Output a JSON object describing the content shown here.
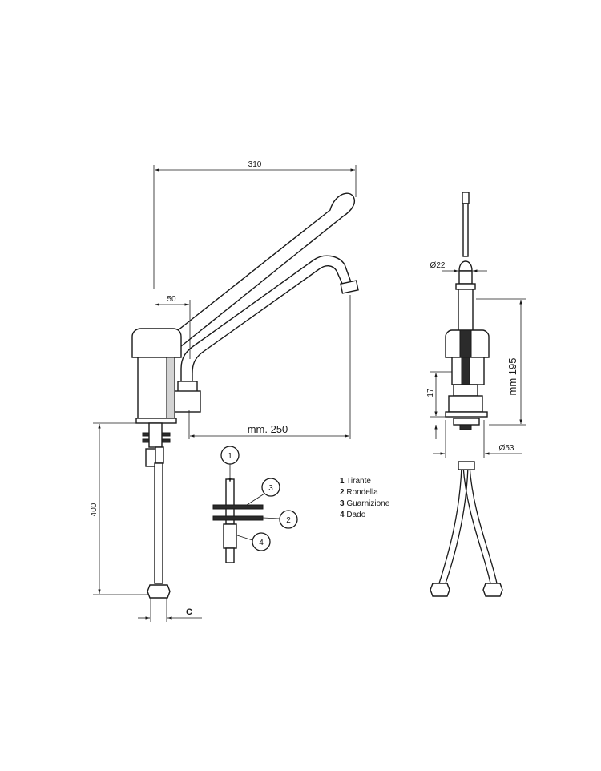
{
  "dimensions": {
    "width_total": "310",
    "offset": "50",
    "spout_reach": "mm. 250",
    "hose_length": "400",
    "connection": "C",
    "spout_diameter": "Ø22",
    "height": "mm 195",
    "body_height": "17",
    "base_diameter": "Ø53"
  },
  "callouts": [
    "1",
    "2",
    "3",
    "4"
  ],
  "legend": [
    {
      "num": "1",
      "label": "Tirante"
    },
    {
      "num": "2",
      "label": "Rondella"
    },
    {
      "num": "3",
      "label": "Guarnizione"
    },
    {
      "num": "4",
      "label": "Dado"
    }
  ]
}
